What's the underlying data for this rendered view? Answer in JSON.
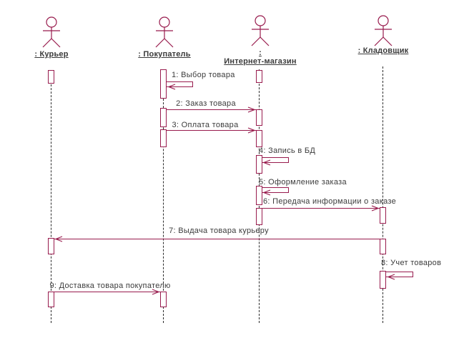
{
  "diagram": {
    "type": "uml-sequence-diagram",
    "language": "ru",
    "colors": {
      "shape": "#981B4D",
      "text": "#3B3B3B",
      "lifeline": "#2B2B2B",
      "background": "#FFFFFF"
    },
    "actors": [
      {
        "id": "courier",
        "label": ": Курьер"
      },
      {
        "id": "buyer",
        "label": ": Покупатель"
      },
      {
        "id": "store",
        "label": ":\nИнтернет-магазин"
      },
      {
        "id": "warehouse",
        "label": ": Кладовщик"
      }
    ],
    "messages": [
      {
        "seq": "1",
        "label": "1: Выбор товара",
        "from": "buyer",
        "to": "buyer",
        "kind": "self"
      },
      {
        "seq": "2",
        "label": "2: Заказ товара",
        "from": "buyer",
        "to": "store",
        "kind": "call"
      },
      {
        "seq": "3",
        "label": "3: Оплата товара",
        "from": "buyer",
        "to": "store",
        "kind": "call"
      },
      {
        "seq": "4",
        "label": "4: Запись в БД",
        "from": "store",
        "to": "store",
        "kind": "self"
      },
      {
        "seq": "5",
        "label": "5: Оформление заказа",
        "from": "store",
        "to": "store",
        "kind": "self"
      },
      {
        "seq": "6",
        "label": "6: Передача информации о заказе",
        "from": "store",
        "to": "warehouse",
        "kind": "call"
      },
      {
        "seq": "7",
        "label": "7: Выдача товара курьеру",
        "from": "warehouse",
        "to": "courier",
        "kind": "call"
      },
      {
        "seq": "8",
        "label": "8: Учет товаров",
        "from": "warehouse",
        "to": "warehouse",
        "kind": "self"
      },
      {
        "seq": "9",
        "label": "9: Доставка товара покупателю",
        "from": "courier",
        "to": "buyer",
        "kind": "call"
      }
    ]
  }
}
